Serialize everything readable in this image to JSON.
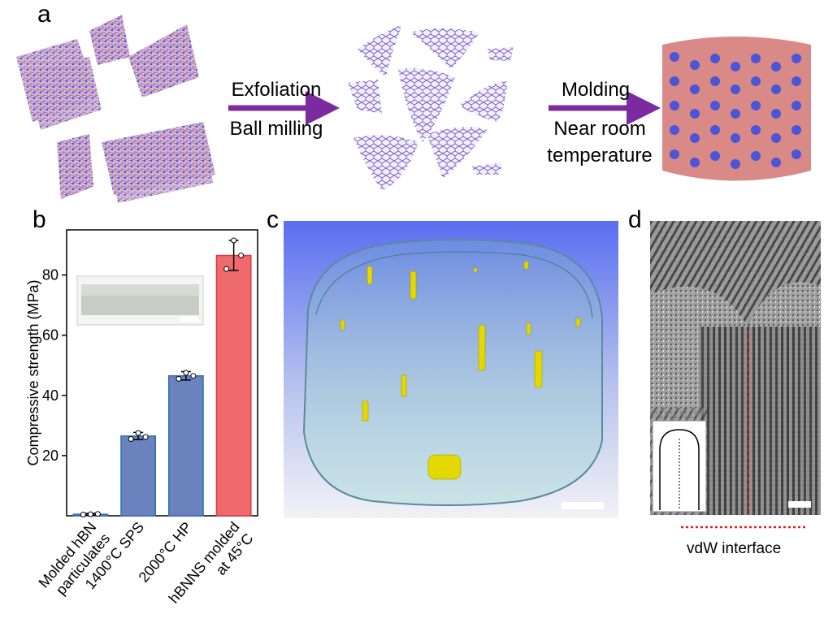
{
  "figure": {
    "panels": {
      "a": {
        "label": "a",
        "step1_top": "Exfoliation",
        "step1_bottom": "Ball milling",
        "step2_top": "Molding",
        "step2_bottom_line1": "Near room",
        "step2_bottom_line2": "temperature"
      },
      "b": {
        "label": "b"
      },
      "c": {
        "label": "c"
      },
      "d": {
        "label": "d",
        "interface_label": "vdW interface"
      }
    },
    "colors": {
      "arrow": "#7b2aa0",
      "bar_blue": "#6a82bd",
      "bar_blue_edge": "#2f6fb0",
      "bar_red": "#ee6a6c",
      "bar_red_edge": "#d93a40",
      "atom_b": "#4a55d8",
      "atom_n": "#d98a86",
      "interface_line": "#e02020",
      "defect": "#e3d800"
    },
    "icons": [
      "flake-stack-icon",
      "nanosheet-icon",
      "lattice-cube-icon",
      "sample-photo",
      "ct-volume-render",
      "tem-micrograph",
      "dome-schematic-icon"
    ]
  },
  "chart_data": {
    "type": "bar",
    "ylabel": "Compressive strength (MPa)",
    "xlabel": "",
    "ylim": [
      0,
      95
    ],
    "yticks": [
      20,
      40,
      60,
      80
    ],
    "categories": [
      {
        "line1": "Molded  hBN",
        "line2": "particulates"
      },
      {
        "line1": "1400°C SPS",
        "line2": ""
      },
      {
        "line1": "2000°C HP",
        "line2": ""
      },
      {
        "line1": "hBNNS  molded",
        "line2": "at 45°C"
      }
    ],
    "values": [
      0.5,
      26.5,
      46.5,
      86.5
    ],
    "errors": [
      0.3,
      1.2,
      1.4,
      5.0
    ],
    "points": [
      [
        0.4,
        0.5,
        0.6
      ],
      [
        25.5,
        27.5,
        26.2
      ],
      [
        45.5,
        47.5,
        46.5
      ],
      [
        82,
        91.5,
        86.5
      ]
    ],
    "bar_colors": [
      "#6a82bd",
      "#6a82bd",
      "#6a82bd",
      "#ee6a6c"
    ]
  }
}
